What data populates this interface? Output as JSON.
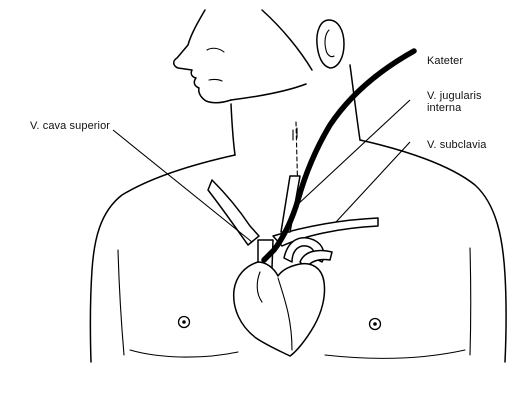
{
  "diagram": {
    "labels": {
      "kateter": "Kateter",
      "jugularis_line1": "V. jugularis",
      "jugularis_line2": "interna",
      "subclavia": "V. subclavia",
      "cava": "V. cava superior"
    },
    "colors": {
      "line": "#000000",
      "background": "#ffffff",
      "catheter": "#000000"
    }
  }
}
